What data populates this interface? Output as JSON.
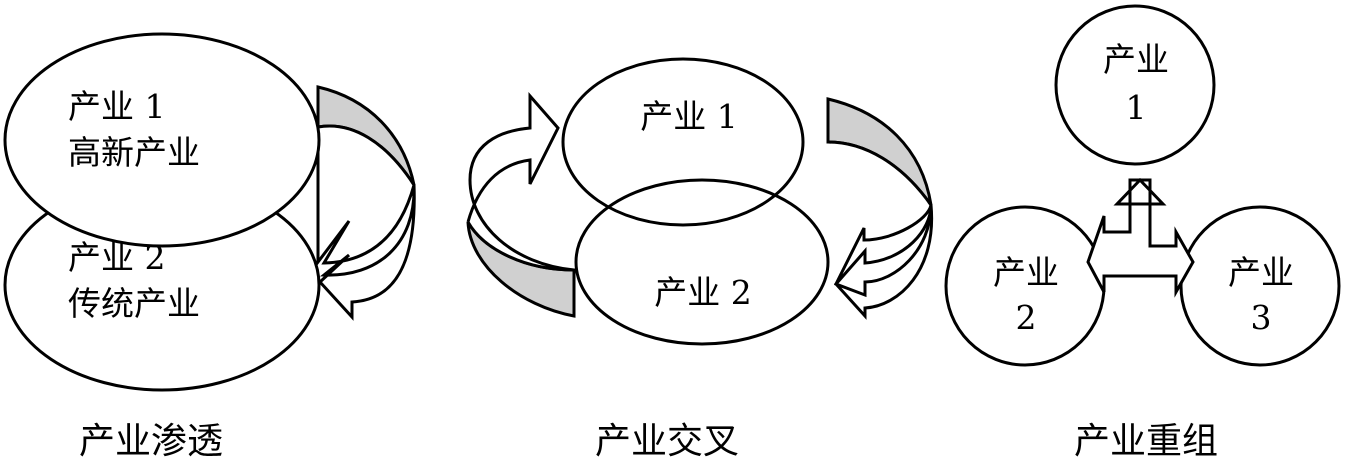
{
  "panels": [
    {
      "caption": "产业渗透",
      "top_circle": {
        "line1": "产业 1",
        "line2": "高新产业"
      },
      "bottom_circle": {
        "line1": "产业 2",
        "line2": "传统产业"
      }
    },
    {
      "caption": "产业交叉",
      "top_circle": {
        "line1": "产业 1"
      },
      "bottom_circle": {
        "line1": "产业 2"
      }
    },
    {
      "caption": "产业重组",
      "circles": [
        {
          "line1": "产业",
          "line2": "1"
        },
        {
          "line1": "产业",
          "line2": "2"
        },
        {
          "line1": "产业",
          "line2": "3"
        }
      ]
    }
  ],
  "colors": {
    "background": "#ffffff",
    "outline": "#000000",
    "band_fill": "#d0d0d0"
  }
}
